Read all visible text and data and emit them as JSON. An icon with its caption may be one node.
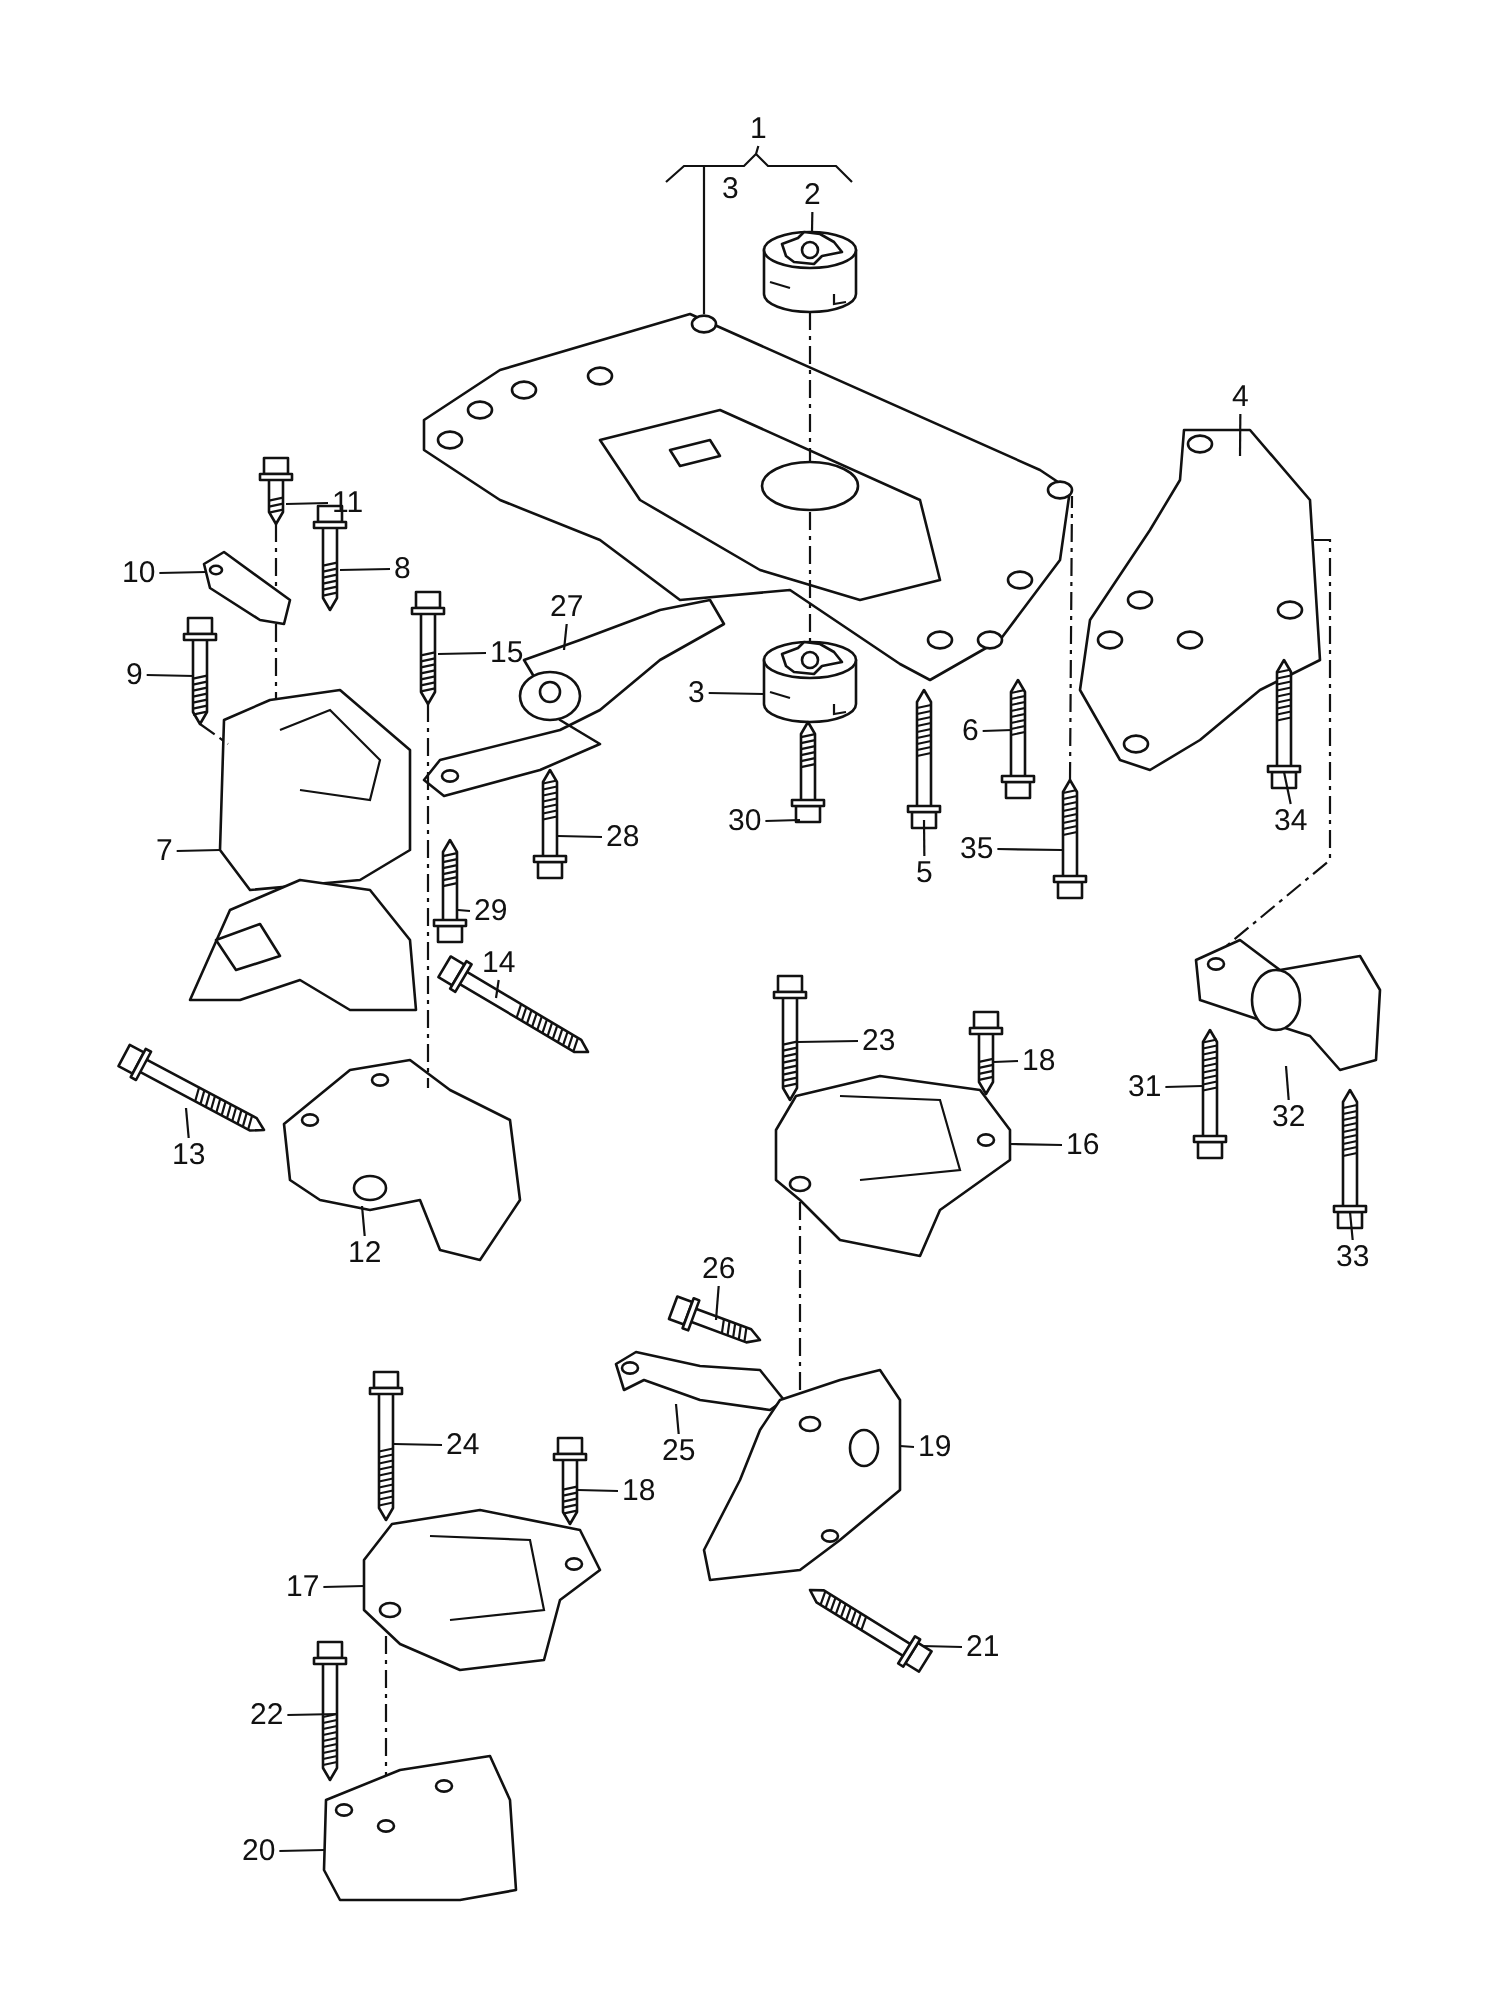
{
  "diagram": {
    "nodes": [
      {
        "text": [
          "1"
        ]
      },
      {
        "text": [
          "2"
        ]
      },
      {
        "text": [
          "4"
        ]
      },
      {
        "text": [
          "11"
        ]
      },
      {
        "text": [
          "8"
        ]
      },
      {
        "text": [
          "10"
        ]
      },
      {
        "text": [
          "27"
        ]
      },
      {
        "text": [
          "15"
        ]
      },
      {
        "text": [
          "9"
        ]
      },
      {
        "text": [
          "3"
        ]
      },
      {
        "text": [
          "6"
        ]
      },
      {
        "text": [
          "30"
        ]
      },
      {
        "text": [
          "28"
        ]
      },
      {
        "text": [
          "34"
        ]
      },
      {
        "text": [
          "5"
        ]
      },
      {
        "text": [
          "7"
        ]
      },
      {
        "text": [
          "35"
        ]
      },
      {
        "text": [
          "29"
        ]
      },
      {
        "text": [
          "14"
        ]
      },
      {
        "text": [
          "23"
        ]
      },
      {
        "text": [
          "18"
        ]
      },
      {
        "text": [
          "31"
        ]
      },
      {
        "text": [
          "32"
        ]
      },
      {
        "text": [
          "16"
        ]
      },
      {
        "text": [
          "13"
        ]
      },
      {
        "text": [
          "12"
        ]
      },
      {
        "text": [
          "33"
        ]
      },
      {
        "text": [
          "26"
        ]
      },
      {
        "text": [
          "19"
        ]
      },
      {
        "text": [
          "24"
        ]
      },
      {
        "text": [
          "25"
        ]
      },
      {
        "text": [
          "18"
        ]
      },
      {
        "text": [
          "17"
        ]
      },
      {
        "text": [
          "21"
        ]
      },
      {
        "text": [
          "22"
        ]
      },
      {
        "text": [
          "20"
        ]
      },
      {
        "text": [],
        "shape": "picture"
      },
      {
        "text": [],
        "shape": "picture"
      },
      {
        "text": [],
        "shape": "picture"
      },
      {
        "text": [],
        "shape": "picture"
      },
      {
        "text": [],
        "shape": "picture"
      },
      {
        "text": [],
        "shape": "picture"
      },
      {
        "text": [],
        "shape": "picture"
      },
      {
        "text": [],
        "shape": "picture"
      },
      {
        "text": [],
        "shape": "picture"
      },
      {
        "text": [],
        "shape": "picture"
      },
      {
        "text": [],
        "shape": "picture"
      },
      {
        "text": [],
        "shape": "picture"
      },
      {
        "text": [],
        "shape": "picture"
      },
      {
        "text": [],
        "shape": "picture"
      },
      {
        "text": [],
        "shape": "picture"
      },
      {
        "text": [],
        "shape": "picture"
      },
      {
        "text": [],
        "shape": "picture"
      },
      {
        "text": [],
        "shape": "picture"
      },
      {
        "text": [],
        "shape": "picture"
      },
      {
        "text": [],
        "shape": "picture"
      },
      {
        "text": [],
        "shape": "picture"
      },
      {
        "text": [],
        "shape": "picture"
      },
      {
        "text": [],
        "shape": "picture"
      },
      {
        "text": [],
        "shape": "picture"
      },
      {
        "text": [],
        "shape": "picture"
      },
      {
        "text": [],
        "shape": "picture"
      },
      {
        "text": [],
        "shape": "picture"
      },
      {
        "text": [],
        "shape": "picture"
      },
      {
        "text": [],
        "shape": "picture"
      },
      {
        "text": [],
        "shape": "picture"
      },
      {
        "text": [],
        "shape": "picture"
      },
      {
        "text": [],
        "shape": "picture"
      },
      {
        "text": [],
        "shape": "picture"
      },
      {
        "text": [],
        "shape": "picture"
      },
      {
        "text": [],
        "shape": "picture"
      },
      {
        "text": [],
        "shape": "picture"
      },
      {
        "text": [],
        "shape": "picture"
      }
    ],
    "edges": [
      {
        "from": 0,
        "to": 36,
        "arrow": "none"
      },
      {
        "from": 1,
        "to": 37,
        "arrow": "none"
      },
      {
        "from": 2,
        "to": 39,
        "arrow": "none"
      },
      {
        "from": 3,
        "to": 40,
        "arrow": "none"
      },
      {
        "from": 4,
        "to": 42,
        "arrow": "none"
      },
      {
        "from": 5,
        "to": 41,
        "arrow": "none"
      },
      {
        "from": 6,
        "to": 46,
        "arrow": "none"
      },
      {
        "from": 7,
        "to": 44,
        "arrow": "none"
      },
      {
        "from": 8,
        "to": 43,
        "arrow": "none"
      },
      {
        "from": 9,
        "to": 38,
        "arrow": "none"
      },
      {
        "from": 10,
        "to": 48,
        "arrow": "none"
      },
      {
        "from": 11,
        "to": 47,
        "arrow": "none"
      },
      {
        "from": 12,
        "to": 52,
        "arrow": "none"
      },
      {
        "from": 13,
        "to": 51,
        "arrow": "none"
      },
      {
        "from": 14,
        "to": 49,
        "arrow": "none"
      },
      {
        "from": 15,
        "to": 45,
        "arrow": "none"
      },
      {
        "from": 16,
        "to": 50,
        "arrow": "none"
      },
      {
        "from": 17,
        "to": 53,
        "arrow": "none"
      },
      {
        "from": 18,
        "to": 55,
        "arrow": "none"
      },
      {
        "from": 19,
        "to": 58,
        "arrow": "none"
      },
      {
        "from": 20,
        "to": 59,
        "arrow": "none"
      },
      {
        "from": 21,
        "to": 62,
        "arrow": "none"
      },
      {
        "from": 22,
        "to": 61,
        "arrow": "none"
      },
      {
        "from": 23,
        "to": 60,
        "arrow": "none"
      },
      {
        "from": 24,
        "to": 56,
        "arrow": "none"
      },
      {
        "from": 25,
        "to": 57,
        "arrow": "none"
      },
      {
        "from": 26,
        "to": 63,
        "arrow": "none"
      },
      {
        "from": 27,
        "to": 64,
        "arrow": "none"
      },
      {
        "from": 28,
        "to": 66,
        "arrow": "none"
      },
      {
        "from": 29,
        "to": 68,
        "arrow": "none"
      },
      {
        "from": 30,
        "to": 65,
        "arrow": "none"
      },
      {
        "from": 31,
        "to": 69,
        "arrow": "none"
      },
      {
        "from": 32,
        "to": 70,
        "arrow": "none"
      },
      {
        "from": 33,
        "to": 67,
        "arrow": "none"
      },
      {
        "from": 34,
        "to": 71,
        "arrow": "none"
      },
      {
        "from": 35,
        "to": 72,
        "arrow": "none"
      },
      {
        "from": 37,
        "to": 36,
        "arrow": "none",
        "style": "dashed"
      },
      {
        "from": 36,
        "to": 38,
        "arrow": "none",
        "style": "dashed"
      },
      {
        "from": 40,
        "to": 41,
        "arrow": "none",
        "style": "dashed"
      },
      {
        "from": 41,
        "to": 45,
        "arrow": "none",
        "style": "dashed"
      },
      {
        "from": 43,
        "to": 45,
        "arrow": "none",
        "style": "dashed"
      },
      {
        "from": 44,
        "to": 57,
        "arrow": "none",
        "style": "dashed"
      },
      {
        "from": 50,
        "to": 36,
        "arrow": "none",
        "style": "dashed"
      },
      {
        "from": 39,
        "to": 61,
        "arrow": "none",
        "style": "dashed"
      },
      {
        "from": 60,
        "to": 66,
        "arrow": "none",
        "style": "dashed"
      },
      {
        "from": 70,
        "to": 72,
        "arrow": "none",
        "style": "dashed"
      }
    ],
    "labels": [
      "3"
    ]
  }
}
